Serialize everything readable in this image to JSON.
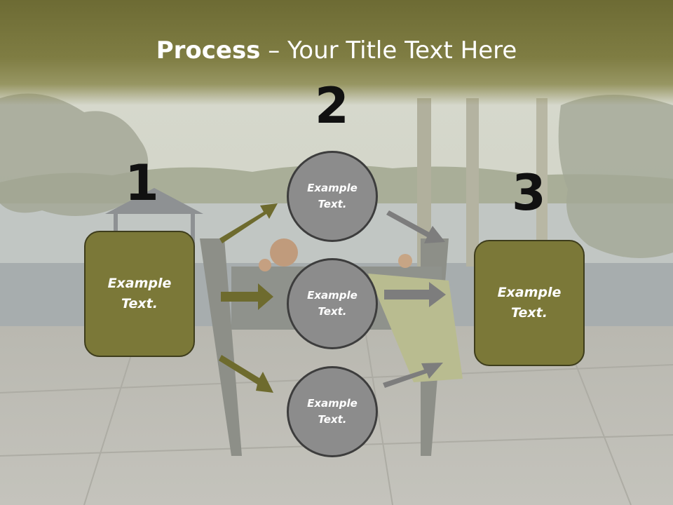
{
  "title": {
    "bold": "Process",
    "rest": " – Your Title Text Here"
  },
  "steps": [
    {
      "number": "1",
      "label": "Example\nText."
    },
    {
      "number": "2"
    },
    {
      "number": "3",
      "label": "Example\nText."
    }
  ],
  "circles": [
    {
      "label": "Example\nText."
    },
    {
      "label": "Example\nText."
    },
    {
      "label": "Example\nText."
    }
  ],
  "colors": {
    "band": "#7b7838",
    "box": "#7b7838",
    "circle": "#8c8c8c",
    "arrow_in": "#6e6b2e",
    "arrow_out": "#7d7d7d"
  }
}
